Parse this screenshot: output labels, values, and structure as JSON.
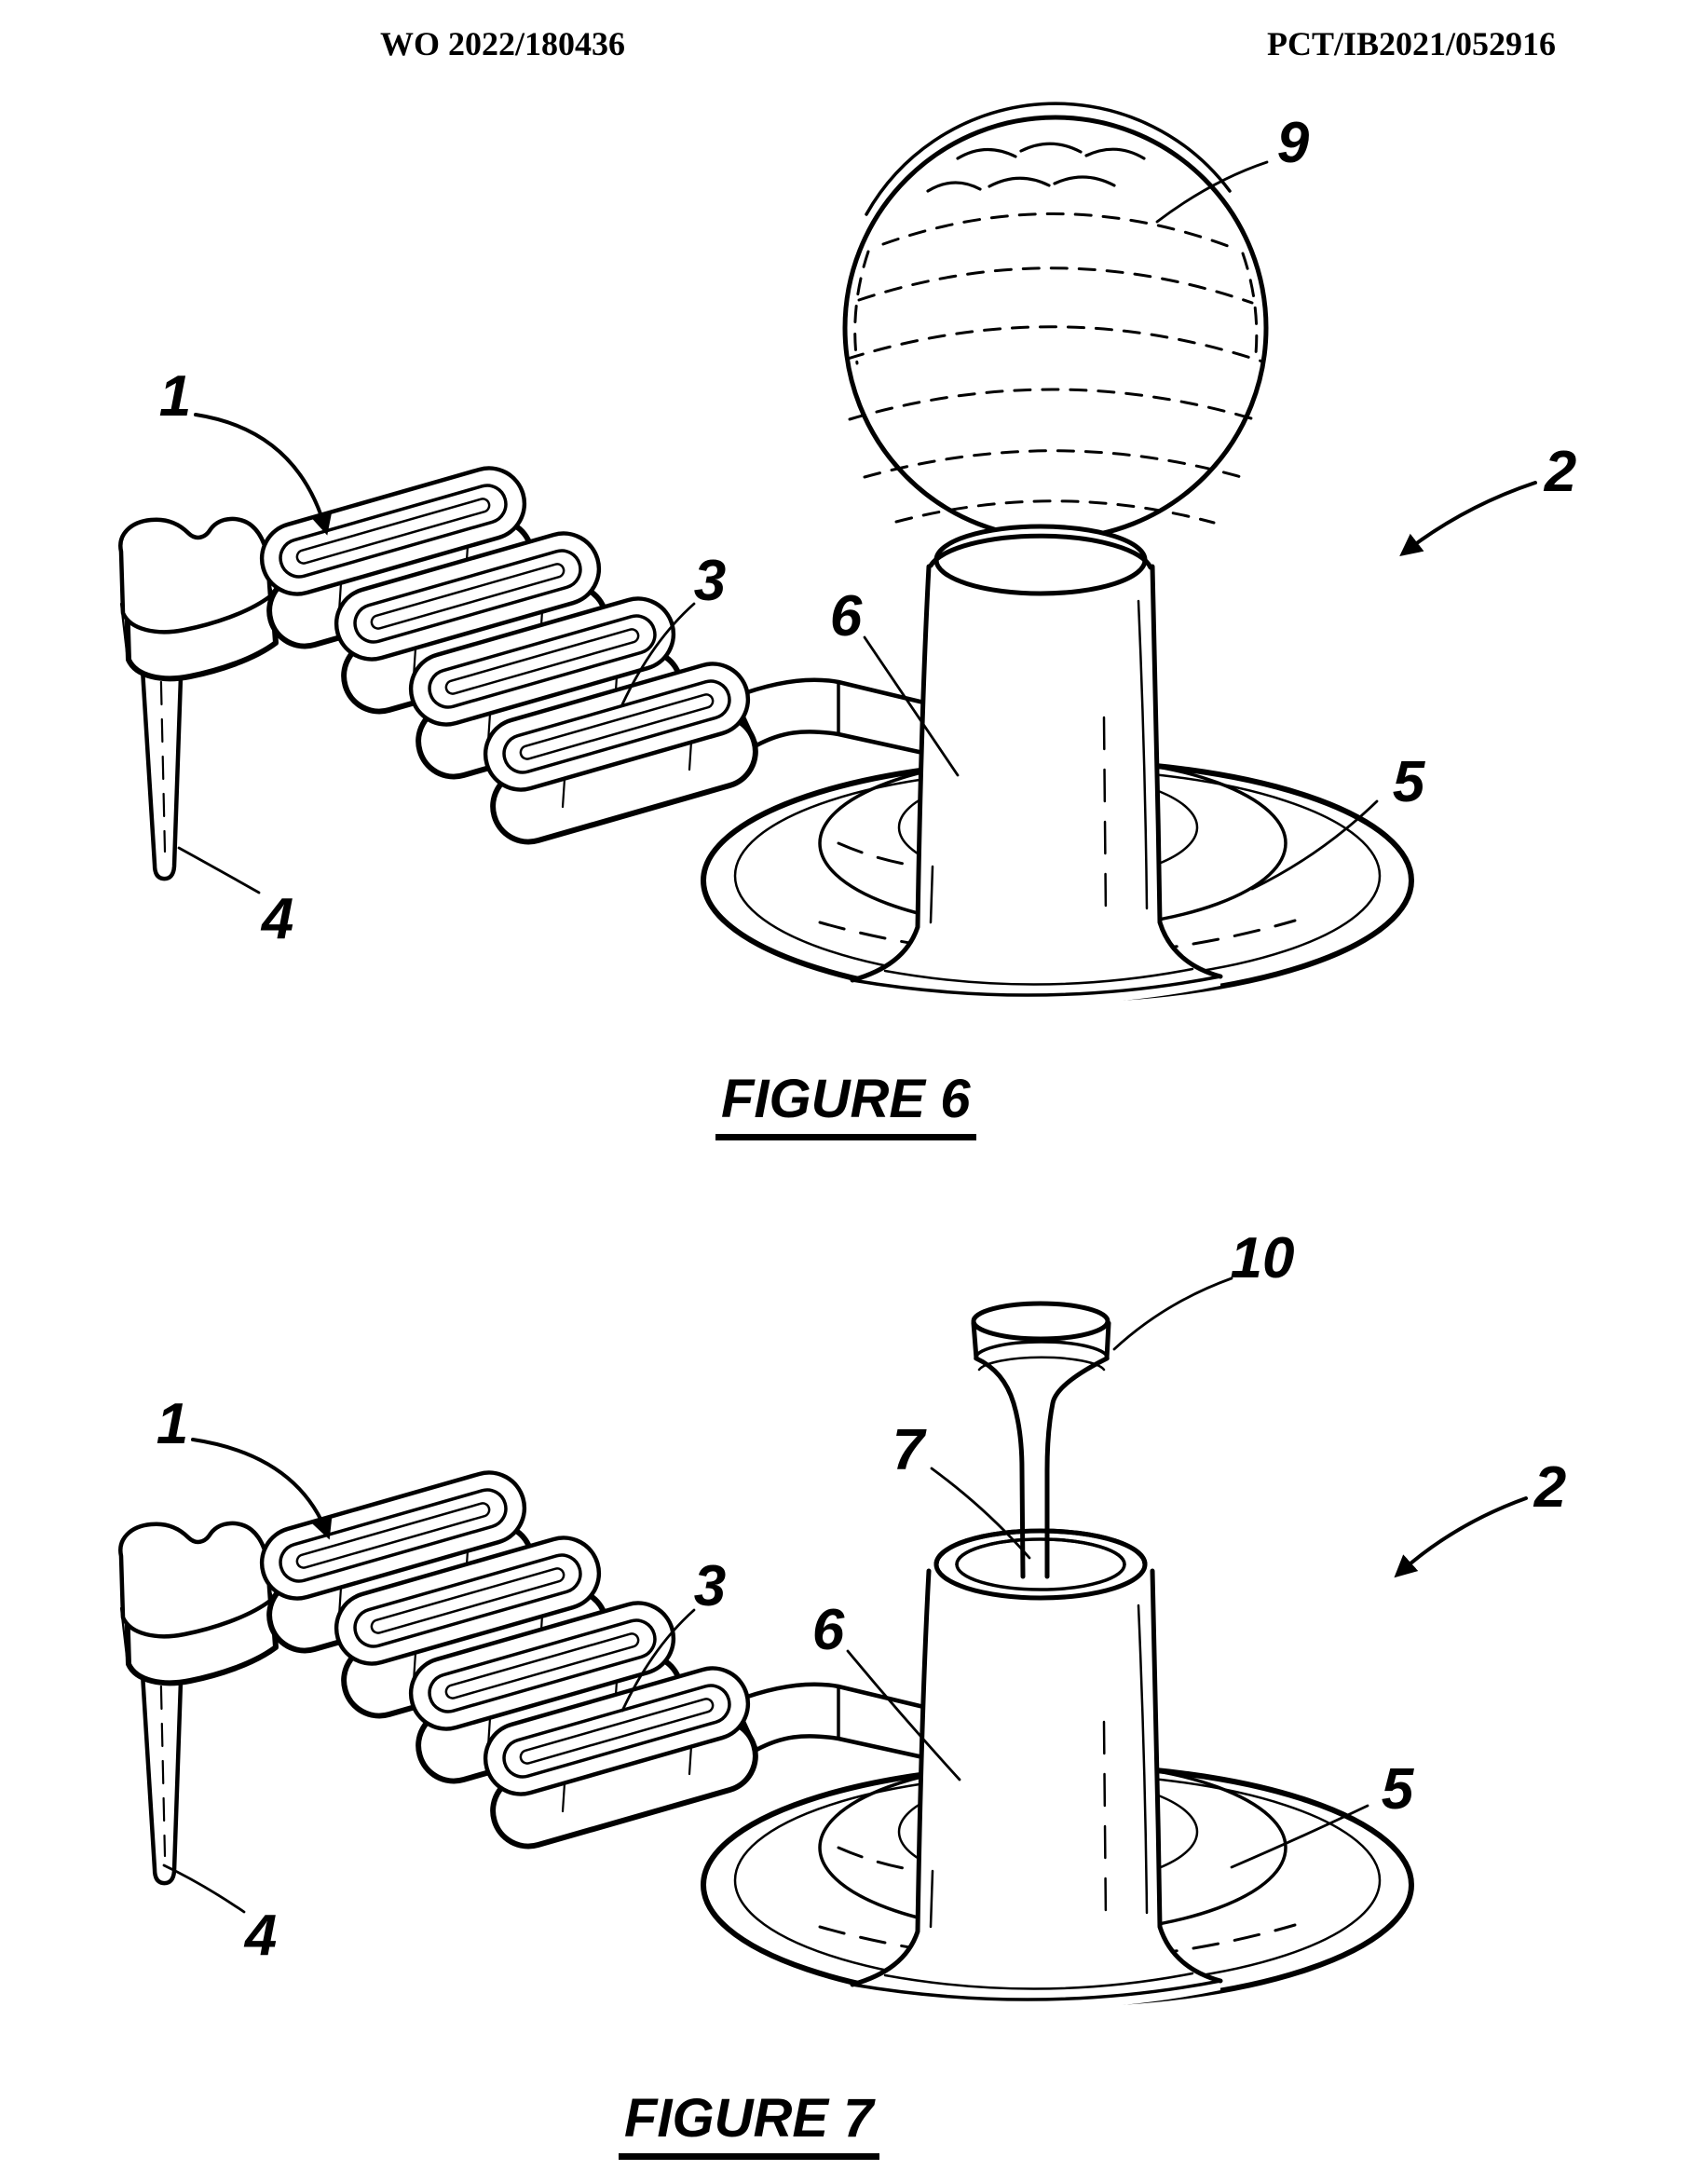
{
  "page": {
    "header_left": "WO 2022/180436",
    "header_right": "PCT/IB2021/052916"
  },
  "colors": {
    "ink": "#000000",
    "paper": "#ffffff"
  },
  "figure6": {
    "caption": "FIGURE 6",
    "refs": {
      "n1": "1",
      "n2": "2",
      "n3": "3",
      "n4": "4",
      "n5": "5",
      "n6": "6",
      "n9": "9"
    }
  },
  "figure7": {
    "caption": "FIGURE 7",
    "refs": {
      "n1": "1",
      "n2": "2",
      "n3": "3",
      "n4": "4",
      "n5": "5",
      "n6": "6",
      "n7": "7",
      "n10": "10"
    }
  }
}
